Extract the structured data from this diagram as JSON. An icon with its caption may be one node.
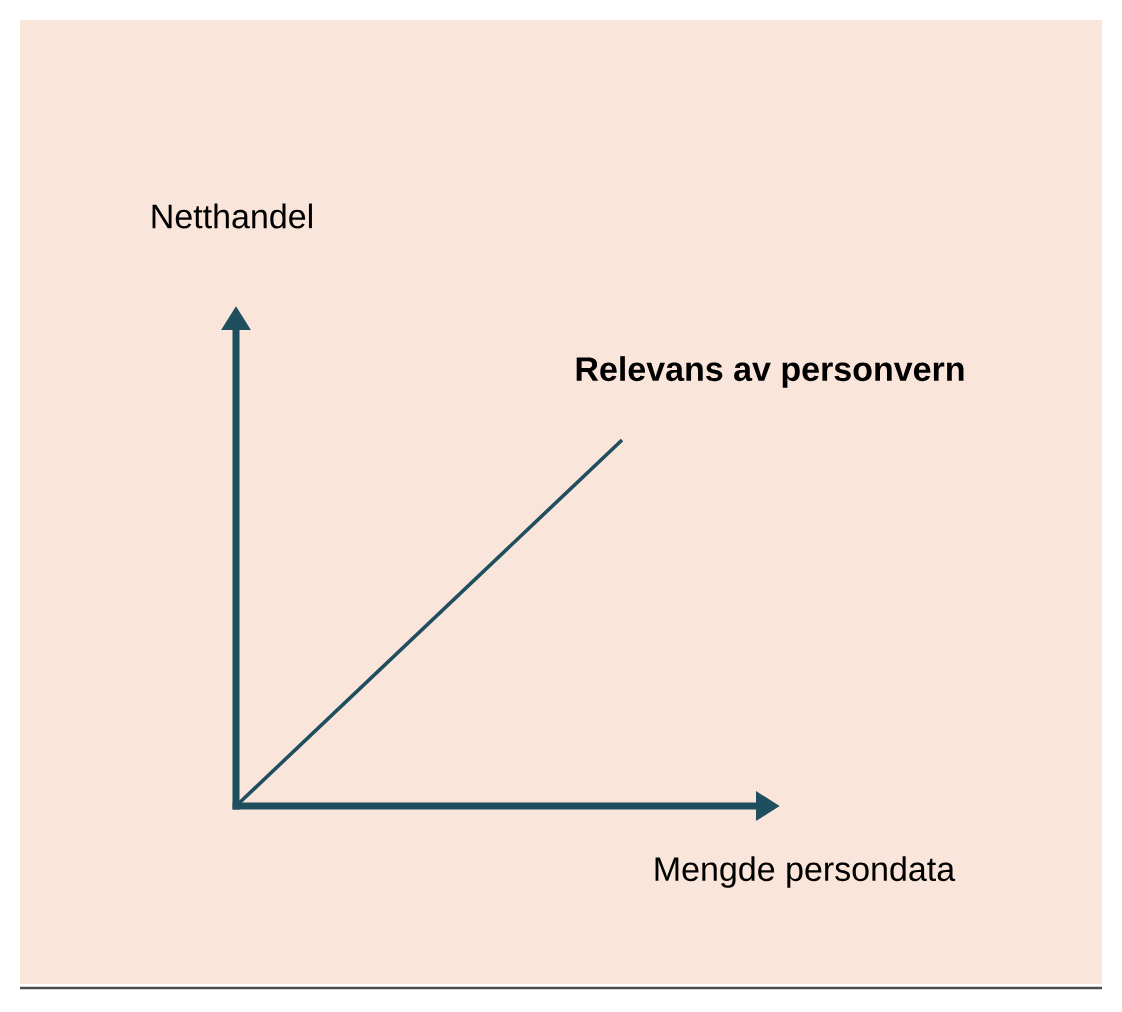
{
  "diagram": {
    "labels": [
      "Netthandel",
      "**Relevans av personvern**",
      "Mengde persondata"
    ]
  }
}
